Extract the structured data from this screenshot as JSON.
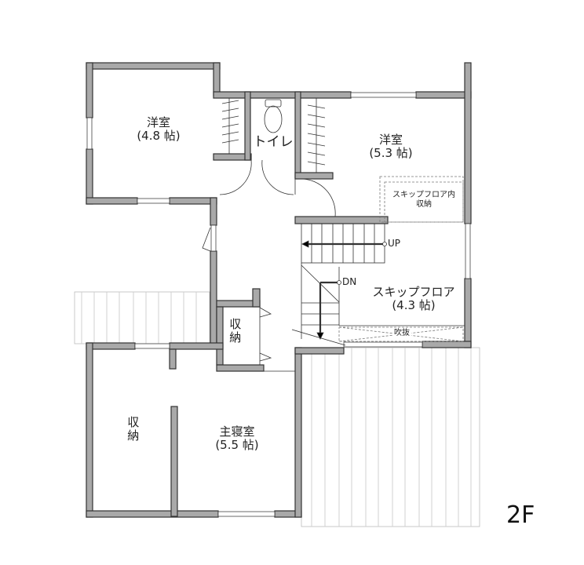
{
  "floor_label": "2F",
  "rooms": {
    "western1": {
      "name": "洋室",
      "size": "(4.8 帖)"
    },
    "western2": {
      "name": "洋室",
      "size": "(5.3 帖)"
    },
    "toilet": {
      "name": "トイレ"
    },
    "skip_storage": {
      "name": "スキップフロア内",
      "sub": "収納"
    },
    "skip_floor": {
      "name": "スキップフロア",
      "size": "(4.3 帖)"
    },
    "storage_small": {
      "name": "収納"
    },
    "storage_master": {
      "name": "収納"
    },
    "master": {
      "name": "主寝室",
      "size": "(5.5 帖)"
    },
    "void": {
      "name": "吹抜"
    }
  },
  "stairs": {
    "up_label": "UP",
    "down_label": "DN"
  },
  "colors": {
    "wall": "#a9a9a9",
    "outline": "#333333",
    "balcony_line": "#d0d0d0"
  }
}
